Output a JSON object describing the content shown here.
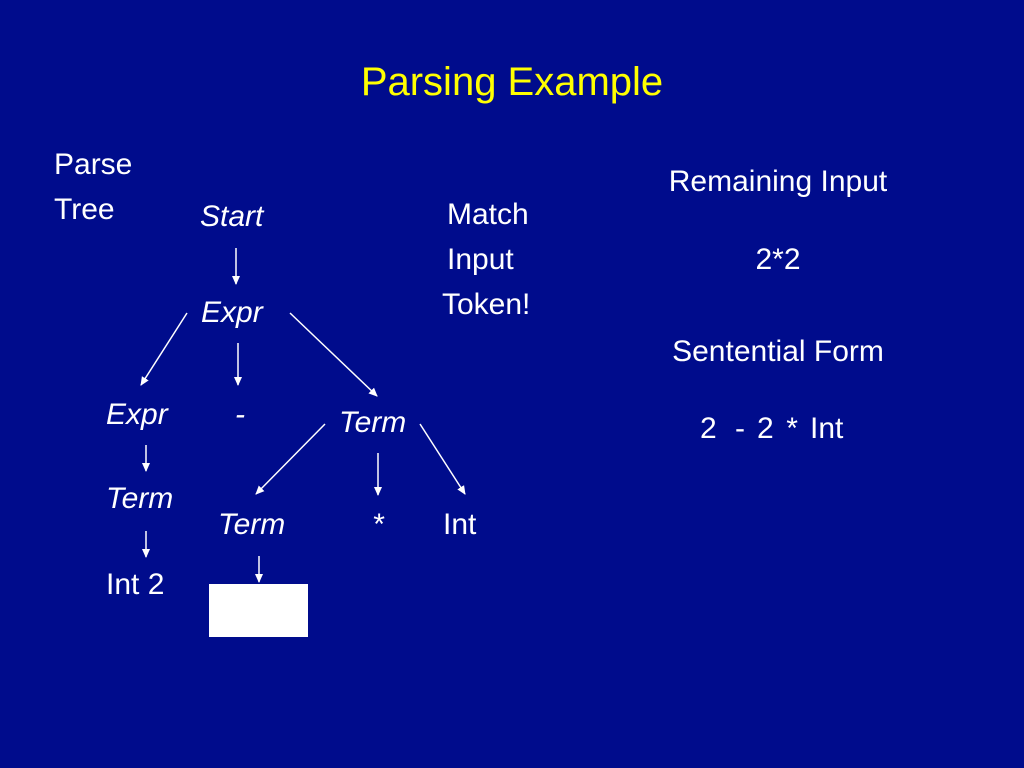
{
  "slide": {
    "title": "Parsing Example",
    "left_label": {
      "line1": "Parse",
      "line2": "Tree"
    },
    "match_label": {
      "line1": "Match",
      "line2": "Input",
      "line3": "Token!"
    },
    "remaining_input": {
      "heading": "Remaining Input",
      "value": "2*2"
    },
    "sentential_form": {
      "heading": "Sentential Form",
      "tokens": [
        "2",
        "-",
        "2",
        "*",
        "Int"
      ]
    }
  },
  "tree": {
    "start": "Start",
    "expr_root": "Expr",
    "expr_left": "Expr",
    "minus": "-",
    "term_right": "Term",
    "term_left": "Term",
    "int2": "Int 2",
    "term_child": "Term",
    "star": "*",
    "int": "Int"
  },
  "colors": {
    "background": "#000c8c",
    "title": "#ffff00",
    "text": "#ffffff",
    "highlight_box": "#ffffff"
  }
}
